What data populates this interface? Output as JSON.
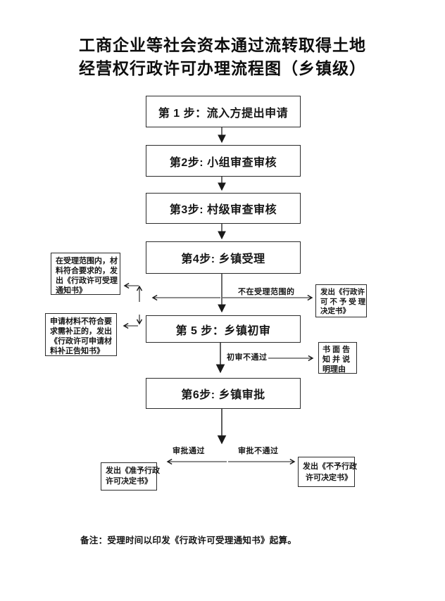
{
  "title": {
    "line1": "工商企业等社会资本通过流转取得土地",
    "line2": "经营权行政许可办理流程图（乡镇级）"
  },
  "steps": [
    {
      "label": "第 1 步：流入方提出申请"
    },
    {
      "label": "第2步: 小组审查审核"
    },
    {
      "label": "第3步: 村级审查审核"
    },
    {
      "label": "第4步: 乡镇受理"
    },
    {
      "label": "第 5 步：乡镇初审"
    },
    {
      "label": "第6步: 乡镇审批"
    }
  ],
  "side_boxes": {
    "accept_notice": {
      "lines": [
        "在受理范围内，材",
        "料符合要求的，发",
        "出《行政许可受理",
        "通知书》"
      ]
    },
    "correction_notice": {
      "lines": [
        "申请材料不符合要",
        "求需补正的，发出",
        "《行政许可申请材",
        "料补正告知书》"
      ]
    },
    "reject_acceptance": {
      "lines": [
        "发出《行政许",
        "可 不 予 受 理",
        "决定书》"
      ]
    },
    "written_notice": {
      "lines": [
        "书 面 告",
        "知 并 说",
        "明理由"
      ]
    },
    "approve_decision": {
      "lines": [
        "发出《准予行政",
        "许可决定书》"
      ]
    },
    "deny_decision": {
      "lines": [
        "发出《不予行政",
        "许可决定书》"
      ]
    }
  },
  "edge_labels": {
    "not_in_scope": "不在受理范围的",
    "initial_review_fail": "初审不通过",
    "approval_pass": "审批通过",
    "approval_fail": "审批不通过"
  },
  "note": "备注：受理时间以印发《行政许可受理通知书》起算。",
  "colors": {
    "line": "#1a1a1a",
    "background": "#ffffff",
    "text": "#111111"
  }
}
